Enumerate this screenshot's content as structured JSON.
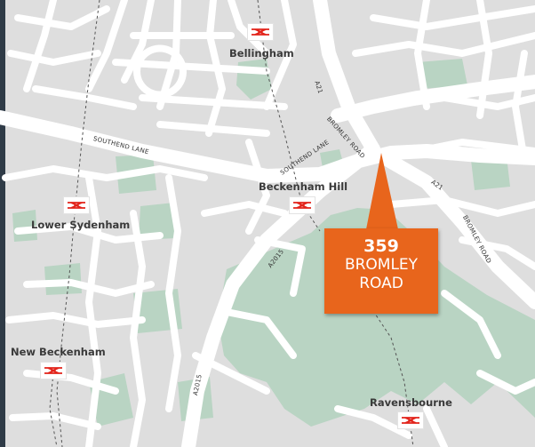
{
  "stations": [
    {
      "id": "bellingham",
      "name": "Bellingham"
    },
    {
      "id": "beckenham-hill",
      "name": "Beckenham Hill"
    },
    {
      "id": "lower-sydenham",
      "name": "Lower Sydenham"
    },
    {
      "id": "new-beckenham",
      "name": "New Beckenham"
    },
    {
      "id": "ravensbourne",
      "name": "Ravensbourne"
    }
  ],
  "roads": {
    "southend_lane_west": "SOUTHEND LANE",
    "southend_lane_east": "SOUTHEND LANE",
    "bromley_road_north": "BROMLEY ROAD",
    "bromley_road_east": "BROMLEY ROAD",
    "a21_north": "A21",
    "a21_east": "A21",
    "a2015_north": "A2015",
    "a2015_south": "A2015"
  },
  "marker": {
    "number": "359",
    "line1": "BROMLEY",
    "line2": "ROAD"
  },
  "icons": {
    "station": "national-rail-icon",
    "pointer": "location-pointer-icon"
  },
  "colors": {
    "land": "#dedede",
    "road": "#ffffff",
    "park": "#b9d4c3",
    "marker": "#e8651c",
    "rail_icon": "#e2231a",
    "frame": "#2f3b47"
  }
}
